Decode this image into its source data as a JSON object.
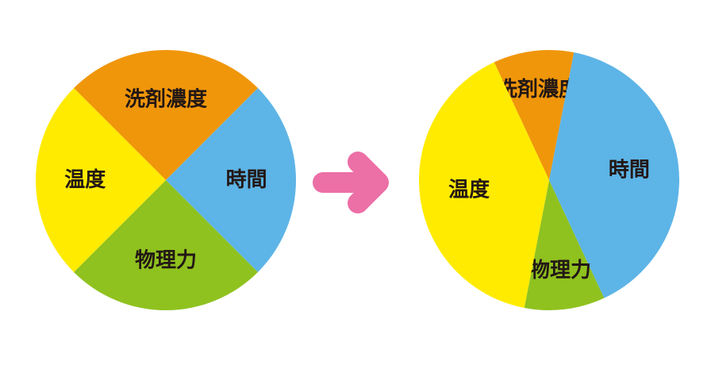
{
  "diagrams": [
    {
      "segments": [
        {
          "label": "洗剤濃度",
          "color": "#F0960B",
          "share": 0.25
        },
        {
          "label": "時間",
          "color": "#5DB4E6",
          "share": 0.25
        },
        {
          "label": "物理力",
          "color": "#8FC21F",
          "share": 0.25
        },
        {
          "label": "温度",
          "color": "#FFEB00",
          "share": 0.25
        }
      ]
    },
    {
      "segments": [
        {
          "label": "洗剤濃度",
          "color": "#F0960B",
          "share": 0.1
        },
        {
          "label": "時間",
          "color": "#5DB4E6",
          "share": 0.4
        },
        {
          "label": "物理力",
          "color": "#8FC21F",
          "share": 0.1
        },
        {
          "label": "温度",
          "color": "#FFEB00",
          "share": 0.4
        }
      ]
    }
  ],
  "arrow": {
    "color": "#EC6FA6",
    "icon": "arrow-right-icon"
  }
}
